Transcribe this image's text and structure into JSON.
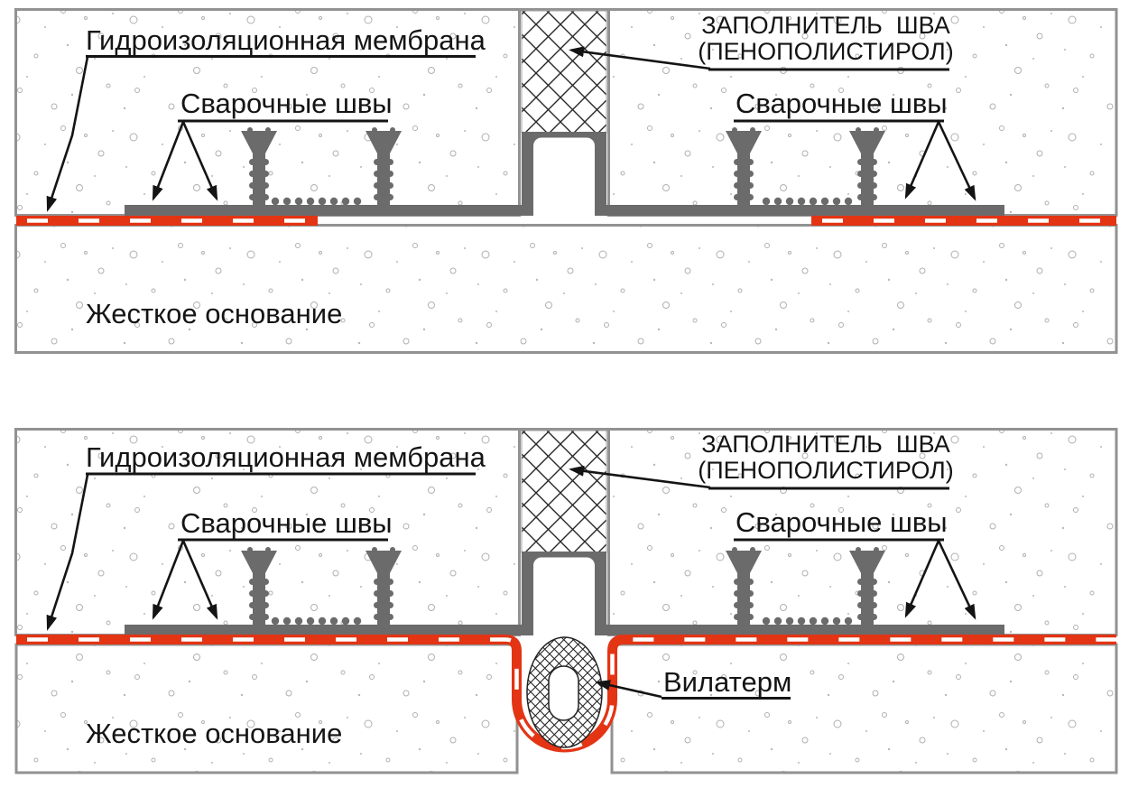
{
  "diagram_top": {
    "membrane_label": "Гидроизоляционная мембрана",
    "weld_seams_left_label": "Сварочные швы",
    "weld_seams_right_label": "Сварочные швы",
    "joint_filler_label_line1": "ЗАПОЛНИТЕЛЬ  ШВА",
    "joint_filler_label_line2": "(ПЕНОПОЛИСТИРОЛ)",
    "rigid_base_label": "Жесткое основание"
  },
  "diagram_bottom": {
    "membrane_label": "Гидроизоляционная мембрана",
    "weld_seams_left_label": "Сварочные швы",
    "weld_seams_right_label": "Сварочные швы",
    "joint_filler_label_line1": "ЗАПОЛНИТЕЛЬ  ШВА",
    "joint_filler_label_line2": "(ПЕНОПОЛИСТИРОЛ)",
    "rigid_base_label": "Жесткое основание",
    "vilaterm_label": "Вилатерм"
  },
  "colors": {
    "membrane_red": "#e33414",
    "waterstop_gray": "#6b6b6b",
    "concrete_border_gray": "#929292",
    "line_black": "#141414"
  }
}
